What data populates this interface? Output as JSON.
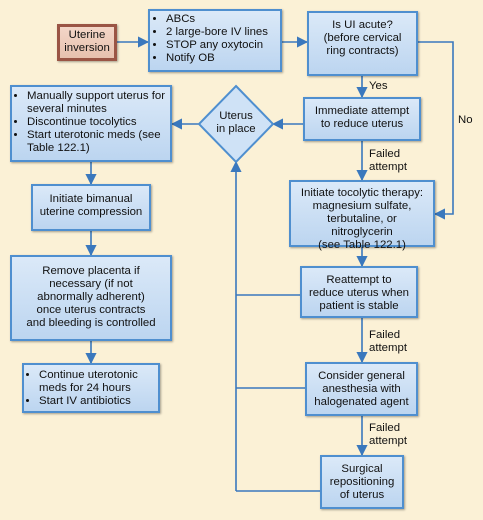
{
  "nodes": {
    "uterine_inversion": "Uterine\ninversion",
    "initial_steps": [
      "ABCs",
      "2 large-bore IV lines",
      "STOP any oxytocin",
      "Notify OB"
    ],
    "is_acute": "Is UI acute?\n(before cervical\nring contracts)",
    "immediate_attempt": "Immediate attempt\nto reduce uterus",
    "tocolytic": "Initiate tocolytic therapy:\nmagnesium sulfate,\nterbutaline, or nitroglycerin\n(see Table 122.1)",
    "reattempt": "Reattempt to\nreduce uterus when\npatient is stable",
    "anesthesia": "Consider general\nanesthesia with\nhalogenated agent",
    "surgical": "Surgical\nrepositioning\nof uterus",
    "uterus_in_place": "Uterus\nin place",
    "manual_support": [
      "Manually support uterus for several minutes",
      "Discontinue tocolytics",
      "Start uterotonic meds (see Table 122.1)"
    ],
    "bimanual": "Initiate bimanual\nuterine compression",
    "remove_placenta": "Remove placenta if\nnecessary (if not\nabnormally adherent)\nonce uterus contracts\nand bleeding is controlled",
    "continue_meds": [
      "Continue uterotonic meds for 24 hours",
      "Start IV antibiotics"
    ]
  },
  "labels": {
    "yes": "Yes",
    "no": "No",
    "failed_1": "Failed\nattempt",
    "failed_2": "Failed\nattempt",
    "failed_3": "Failed\nattempt"
  },
  "colors": {
    "background": "#fbf1d6",
    "box_fill": "#c9ddf3",
    "box_border": "#4f8fcf",
    "start_fill": "#edcbb9",
    "start_border": "#9a5545",
    "arrow": "#3a78bd"
  }
}
